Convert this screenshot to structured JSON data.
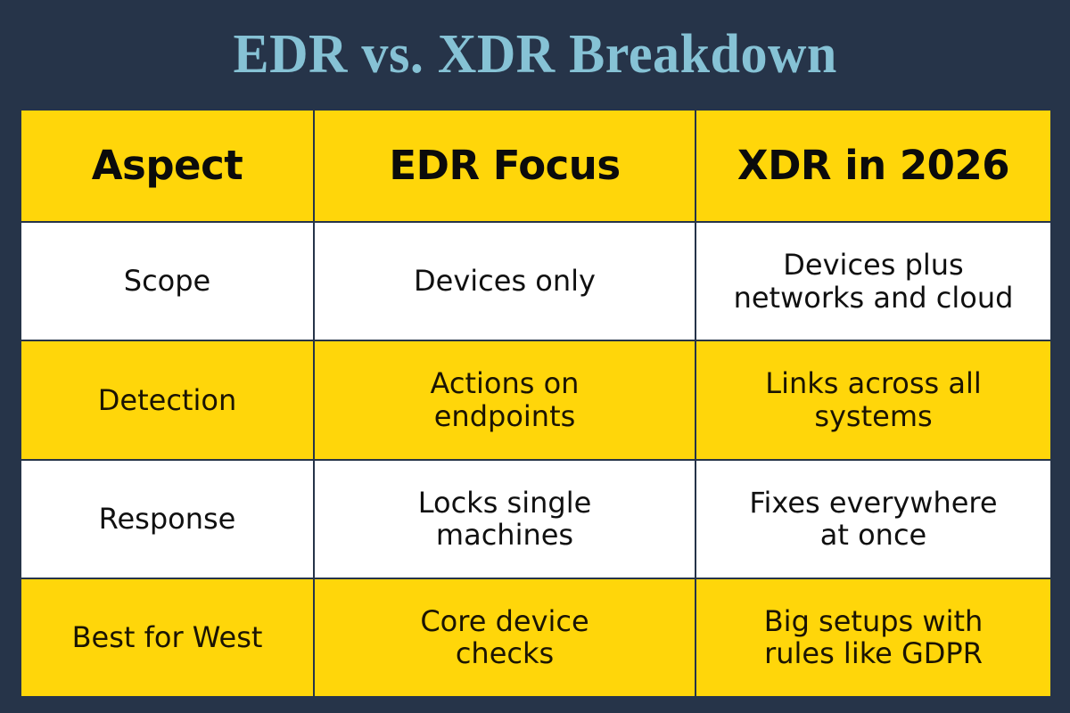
{
  "header": {
    "title": "EDR vs. XDR Breakdown"
  },
  "colors": {
    "background": "#263449",
    "title_text": "#86C2D5",
    "accent_yellow": "#FFD60A",
    "row_white": "#FFFFFF",
    "body_text": "#121212",
    "grid_line": "#263449"
  },
  "table": {
    "columns": [
      "Aspect",
      "EDR Focus",
      "XDR in 2026"
    ],
    "rows": [
      {
        "style": "white",
        "cells": [
          "Scope",
          "Devices only",
          "Devices plus\nnetworks and cloud"
        ]
      },
      {
        "style": "yellow",
        "cells": [
          "Detection",
          "Actions on\nendpoints",
          "Links across all\nsystems"
        ]
      },
      {
        "style": "white",
        "cells": [
          "Response",
          "Locks single\nmachines",
          "Fixes everywhere\nat once"
        ]
      },
      {
        "style": "yellow",
        "cells": [
          "Best for West",
          "Core device\nchecks",
          "Big setups with\nrules like GDPR"
        ]
      }
    ]
  }
}
